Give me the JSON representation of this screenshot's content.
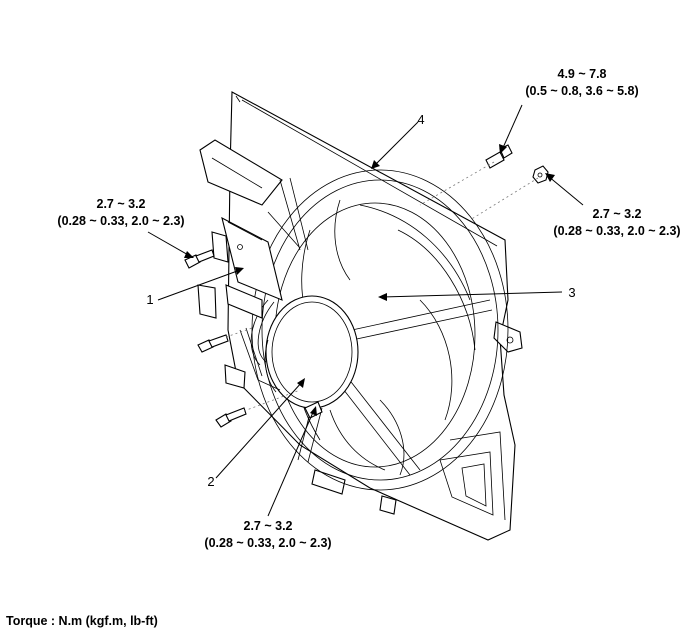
{
  "callouts": {
    "bolt_top_right": {
      "line1": "4.9 ~ 7.8",
      "line2": "(0.5 ~ 0.8, 3.6 ~ 5.8)"
    },
    "nut_right": {
      "line1": "2.7 ~ 3.2",
      "line2": "(0.28 ~ 0.33, 2.0 ~ 2.3)"
    },
    "bolt_left": {
      "line1": "2.7 ~ 3.2",
      "line2": "(0.28 ~ 0.33, 2.0 ~ 2.3)"
    },
    "bolt_bottom": {
      "line1": "2.7 ~ 3.2",
      "line2": "(0.28 ~ 0.33, 2.0 ~ 2.3)"
    }
  },
  "part_numbers": {
    "p1": "1",
    "p2": "2",
    "p3": "3",
    "p4": "4"
  },
  "footer": {
    "torque_units": "Torque : N.m (kgf.m, lb-ft)"
  }
}
